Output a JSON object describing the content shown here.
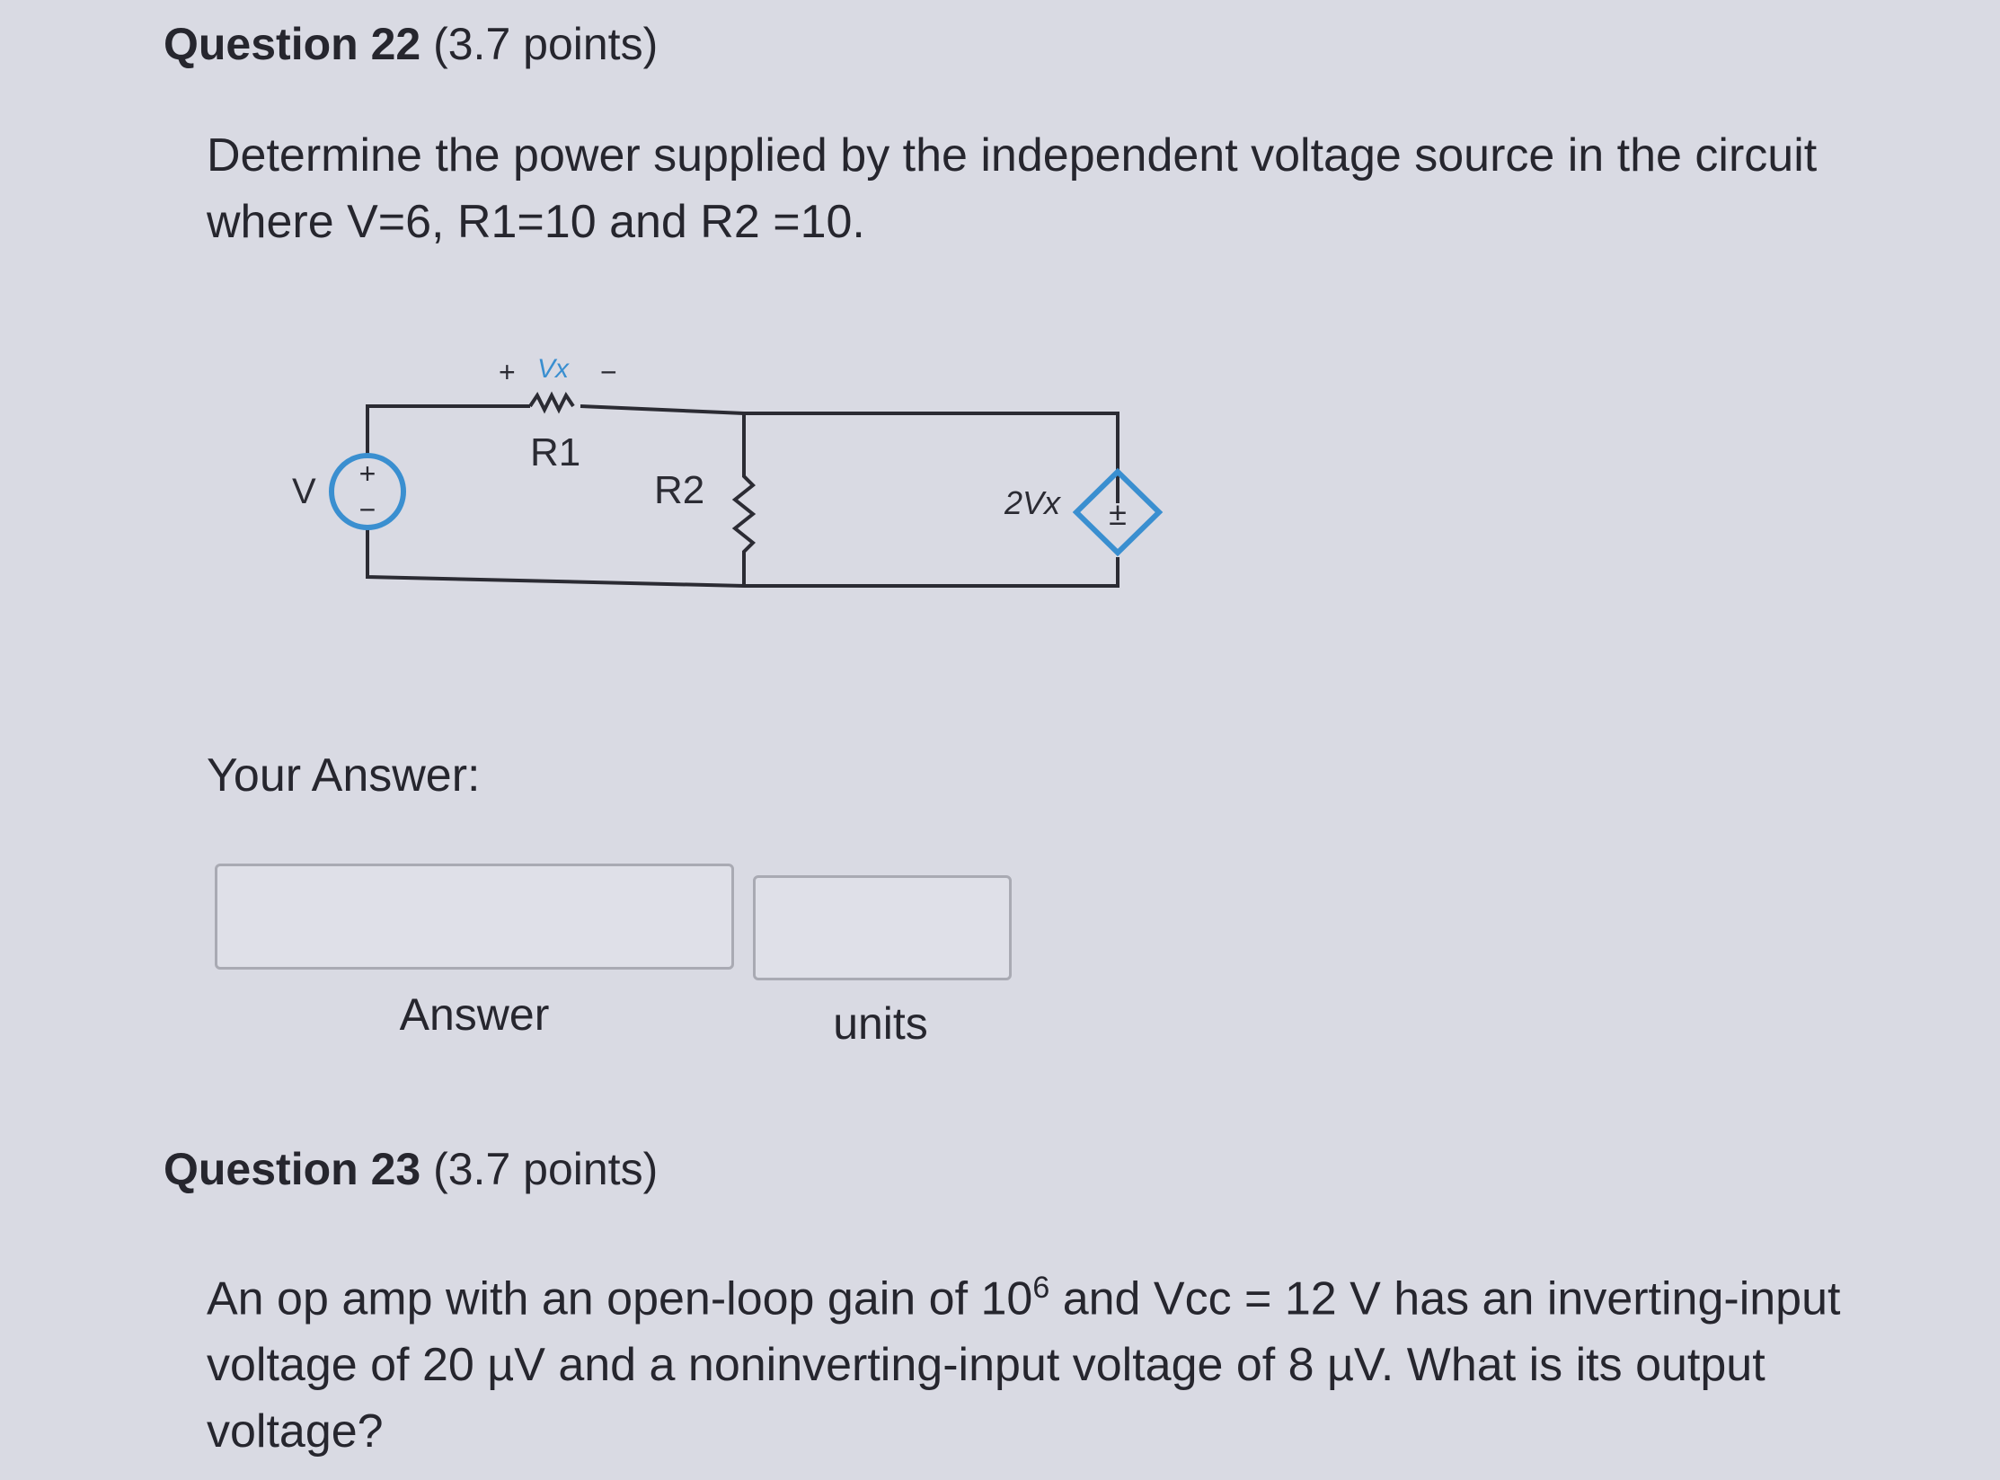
{
  "question22": {
    "number_label": "Question 22",
    "points": "(3.7 points)",
    "prompt_line1": "Determine the power supplied by the independent voltage source in the circuit",
    "prompt_line2": "where V=6, R1=10 and R2 =10.",
    "circuit": {
      "source_label": "V",
      "r1_label": "R1",
      "r2_label": "R2",
      "vx_plus": "+",
      "vx_label": "Vx",
      "vx_minus": "−",
      "dependent_source_label": "2Vx",
      "plus_sign": "+",
      "minus_sign": "−",
      "dependent_sign": "±",
      "source_color": "#3a8fd0"
    },
    "your_answer_label": "Your Answer:",
    "answer_input": {
      "value": "",
      "caption": "Answer"
    },
    "units_input": {
      "value": "",
      "caption": "units"
    }
  },
  "question23": {
    "number_label": "Question 23",
    "points": "(3.7 points)",
    "prompt_line1_a": "An op amp with an open-loop gain of 10",
    "prompt_line1_sup": "6",
    "prompt_line1_b": " and Vcc = 12 V has an inverting-input",
    "prompt_line2": "voltage of 20 µV and a noninverting-input voltage of 8 µV. What is its output",
    "prompt_line3": "voltage?"
  }
}
